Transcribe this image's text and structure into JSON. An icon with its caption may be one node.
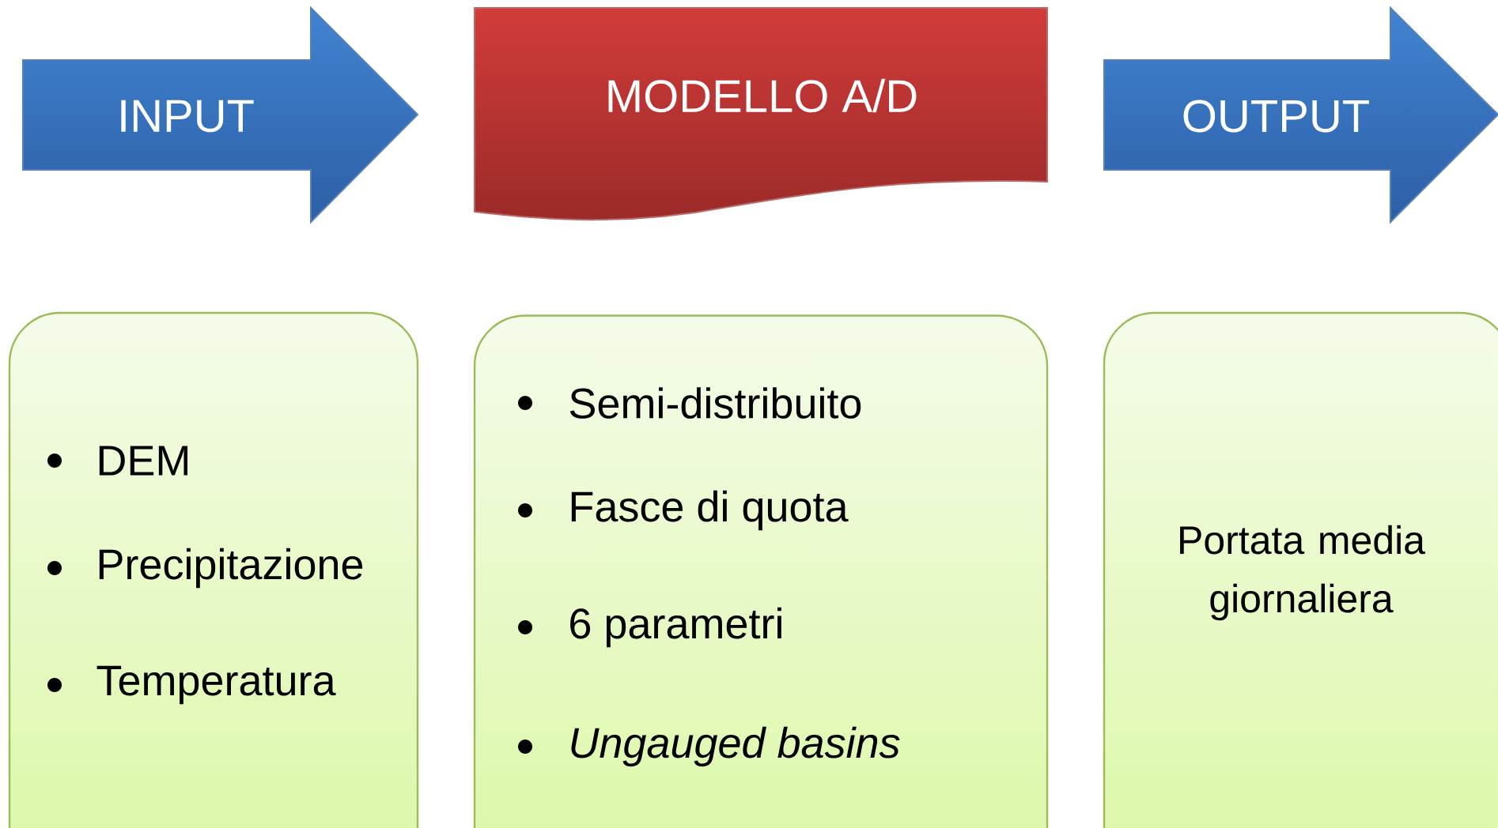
{
  "diagram": {
    "nodes": [
      {
        "text": [
          "INPUT"
        ]
      },
      {
        "text": [
          "MODELLO A/D"
        ]
      },
      {
        "text": [
          "OUTPUT"
        ]
      },
      {
        "text": [
          "DEM",
          "Precipitazione",
          "Temperatura"
        ]
      },
      {
        "text": [
          "Semi-distribuito",
          "Fasce di quota",
          "6 parametri",
          "Ungauged basins"
        ]
      },
      {
        "text": [
          "Portata media giornaliera"
        ]
      }
    ],
    "edges": []
  }
}
